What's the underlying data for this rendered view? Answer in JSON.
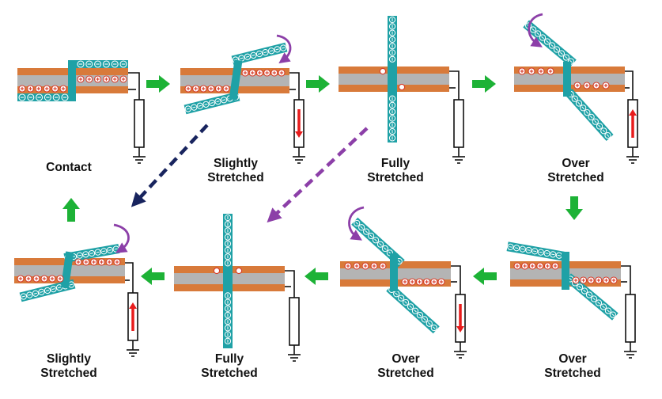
{
  "colors": {
    "electrode": "#d87a3a",
    "film": "#b4b4b4",
    "contact_layer": "#1fa1a6",
    "bead_stroke": "#ffffff",
    "charge_pos": "#d63b2a",
    "wire": "#111111",
    "step_arrow": "#1db236",
    "current_arrow": "#e81c1c",
    "rotate_arrow": "#8c3fa8",
    "dashed_arrow_navy": "#18245e",
    "dashed_arrow_purple": "#8c3fa8"
  },
  "stages": [
    {
      "id": "s1",
      "label_lines": [
        "Contact"
      ],
      "state": "contact",
      "current": "none"
    },
    {
      "id": "s2",
      "label_lines": [
        "Slightly",
        "Stretched"
      ],
      "state": "slightly",
      "current": "down"
    },
    {
      "id": "s3",
      "label_lines": [
        "Fully",
        "Stretched"
      ],
      "state": "fully",
      "current": "none"
    },
    {
      "id": "s4",
      "label_lines": [
        "Over",
        "Stretched"
      ],
      "state": "over",
      "current": "up"
    },
    {
      "id": "s5",
      "label_lines": [
        "Over",
        "Stretched"
      ],
      "state": "over-return",
      "current": "none"
    },
    {
      "id": "s6",
      "label_lines": [
        "Over",
        "Stretched"
      ],
      "state": "over-back",
      "current": "down"
    },
    {
      "id": "s7",
      "label_lines": [
        "Fully",
        "Stretched"
      ],
      "state": "fully",
      "current": "none"
    },
    {
      "id": "s8",
      "label_lines": [
        "Slightly",
        "Stretched"
      ],
      "state": "slightly-back",
      "current": "up"
    }
  ]
}
